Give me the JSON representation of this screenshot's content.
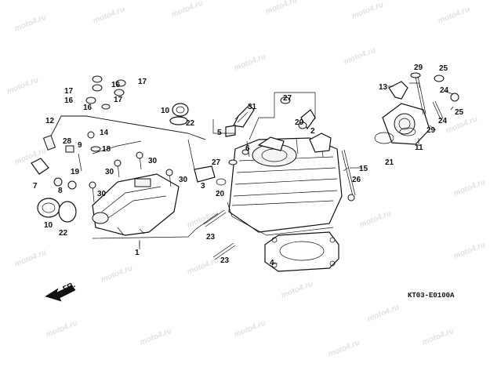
{
  "diagram_code": "KT03-E0100A",
  "watermark_text": "moto4.ru",
  "direction_arrow_label": "FR.",
  "callouts": [
    {
      "id": "c1",
      "label": "1"
    },
    {
      "id": "c2",
      "label": "2"
    },
    {
      "id": "c3",
      "label": "3"
    },
    {
      "id": "c4",
      "label": "4"
    },
    {
      "id": "c5",
      "label": "5"
    },
    {
      "id": "c6",
      "label": "6"
    },
    {
      "id": "c7",
      "label": "7"
    },
    {
      "id": "c8",
      "label": "8"
    },
    {
      "id": "c9",
      "label": "9"
    },
    {
      "id": "c10a",
      "label": "10"
    },
    {
      "id": "c10b",
      "label": "10"
    },
    {
      "id": "c11",
      "label": "11"
    },
    {
      "id": "c12",
      "label": "12"
    },
    {
      "id": "c13",
      "label": "13"
    },
    {
      "id": "c14",
      "label": "14"
    },
    {
      "id": "c15",
      "label": "15"
    },
    {
      "id": "c16a",
      "label": "16"
    },
    {
      "id": "c16b",
      "label": "16"
    },
    {
      "id": "c16c",
      "label": "16"
    },
    {
      "id": "c17a",
      "label": "17"
    },
    {
      "id": "c17b",
      "label": "17"
    },
    {
      "id": "c17c",
      "label": "17"
    },
    {
      "id": "c18",
      "label": "18"
    },
    {
      "id": "c19",
      "label": "19"
    },
    {
      "id": "c20a",
      "label": "20"
    },
    {
      "id": "c20b",
      "label": "20"
    },
    {
      "id": "c21",
      "label": "21"
    },
    {
      "id": "c22a",
      "label": "22"
    },
    {
      "id": "c22b",
      "label": "22"
    },
    {
      "id": "c23a",
      "label": "23"
    },
    {
      "id": "c23b",
      "label": "23"
    },
    {
      "id": "c24a",
      "label": "24"
    },
    {
      "id": "c24b",
      "label": "24"
    },
    {
      "id": "c25a",
      "label": "25"
    },
    {
      "id": "c25b",
      "label": "25"
    },
    {
      "id": "c26",
      "label": "26"
    },
    {
      "id": "c27a",
      "label": "27"
    },
    {
      "id": "c27b",
      "label": "27"
    },
    {
      "id": "c28",
      "label": "28"
    },
    {
      "id": "c29a",
      "label": "29"
    },
    {
      "id": "c29b",
      "label": "29"
    },
    {
      "id": "c30a",
      "label": "30"
    },
    {
      "id": "c30b",
      "label": "30"
    },
    {
      "id": "c30c",
      "label": "30"
    },
    {
      "id": "c30d",
      "label": "30"
    },
    {
      "id": "c31",
      "label": "31"
    }
  ]
}
